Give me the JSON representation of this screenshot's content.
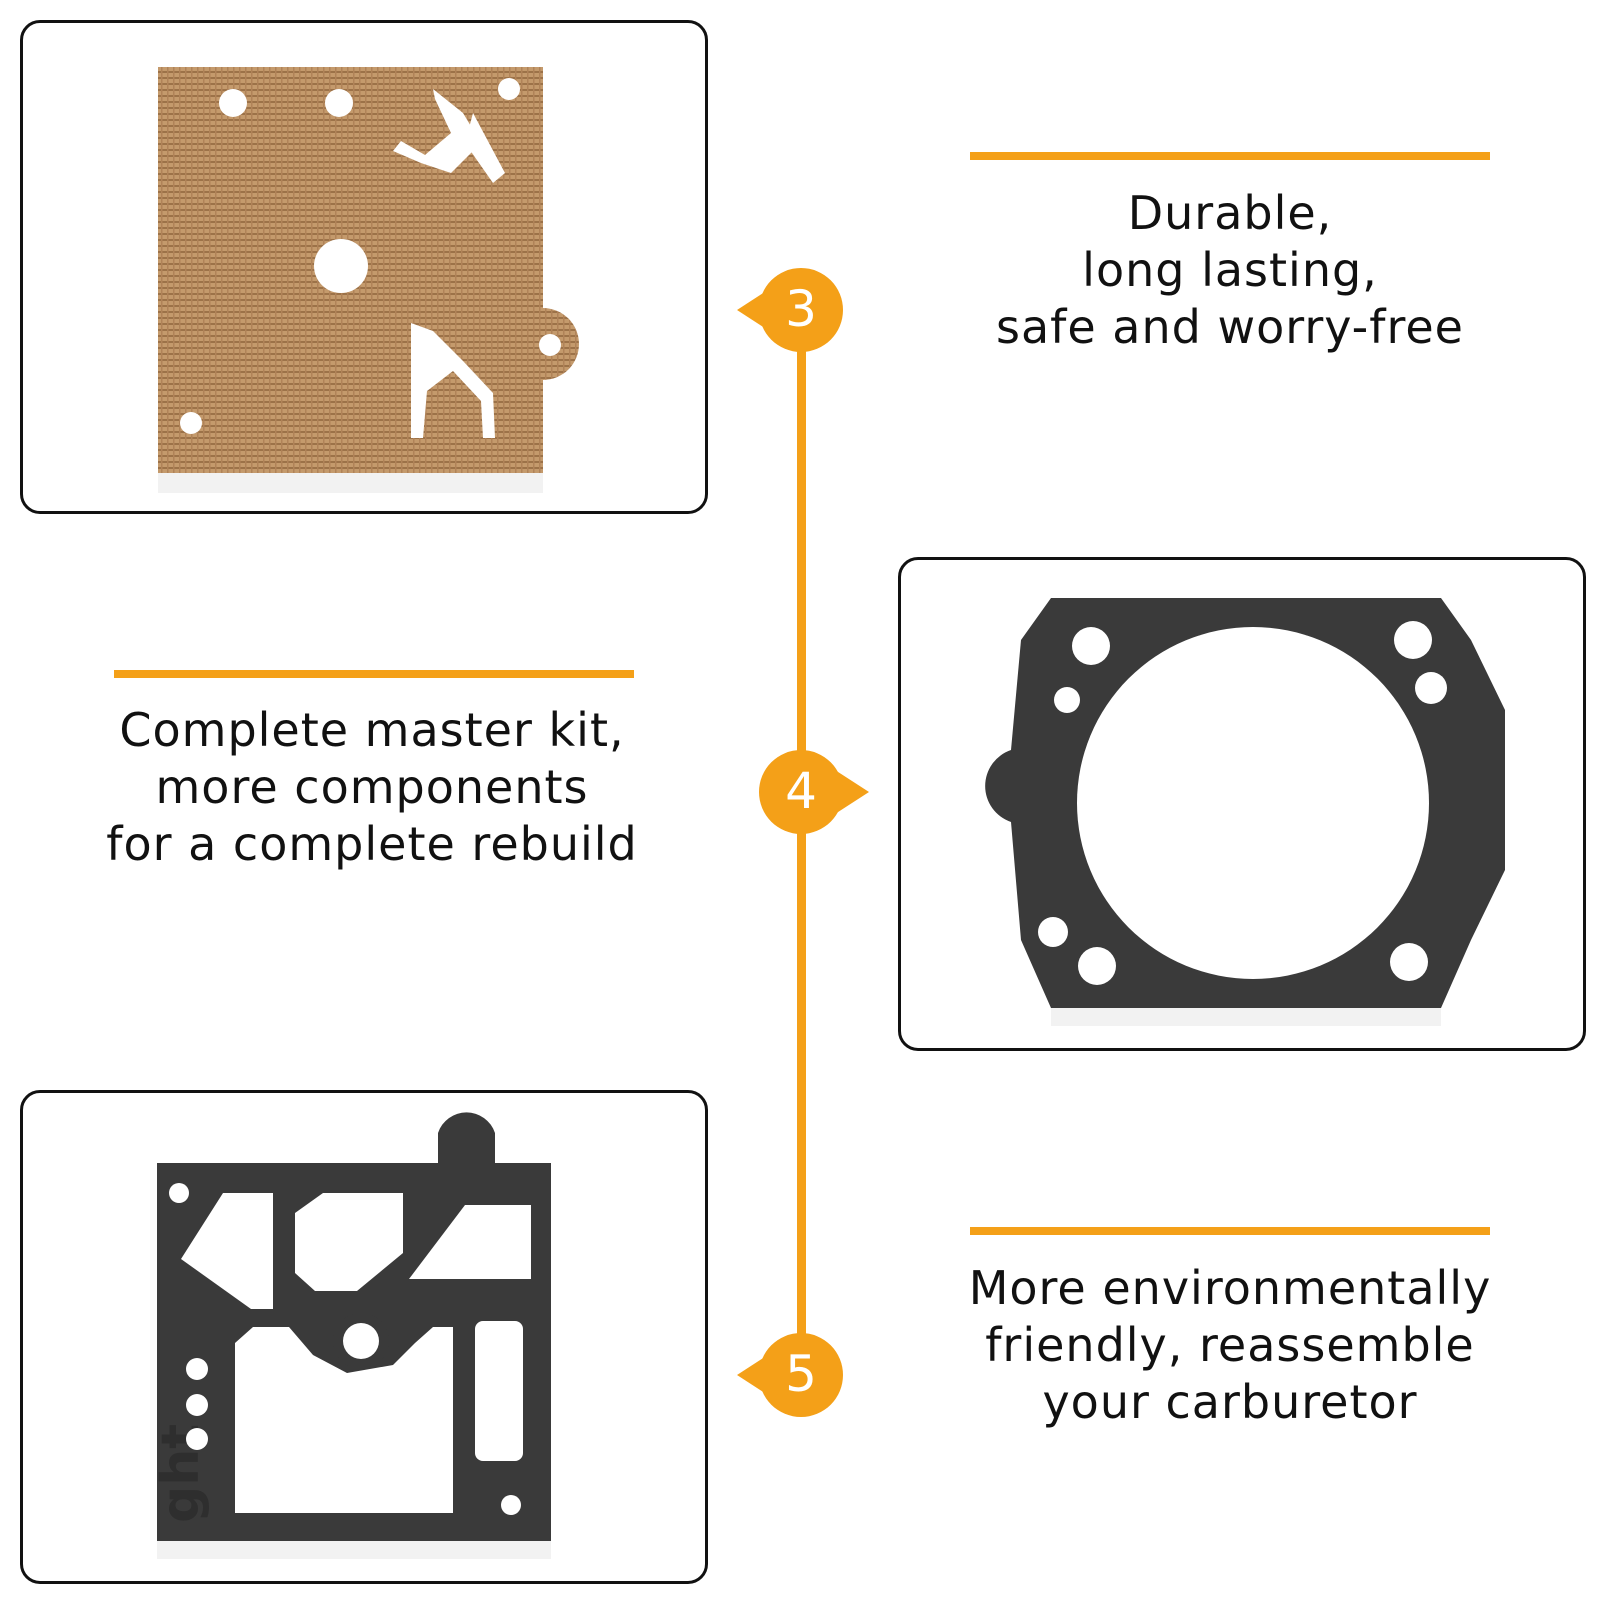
{
  "colors": {
    "accent": "#f4a018",
    "border": "#111111",
    "gasket_dark": "#3a3a3a",
    "gasket_tan": "#b88a5c"
  },
  "markers": [
    {
      "number": "3"
    },
    {
      "number": "4"
    },
    {
      "number": "5"
    }
  ],
  "features": [
    {
      "lines": [
        "Durable,",
        "long lasting,",
        "safe and worry-free"
      ]
    },
    {
      "lines": [
        "Complete master kit,",
        "more components",
        "for a complete rebuild"
      ]
    },
    {
      "lines": [
        "More environmentally",
        "friendly, reassemble",
        "your carburetor"
      ]
    }
  ],
  "images": [
    {
      "icon": "tan-mesh-gasket-icon"
    },
    {
      "icon": "round-bore-gasket-icon"
    },
    {
      "icon": "carburetor-gasket-icon",
      "embossed_text": "ght"
    }
  ]
}
